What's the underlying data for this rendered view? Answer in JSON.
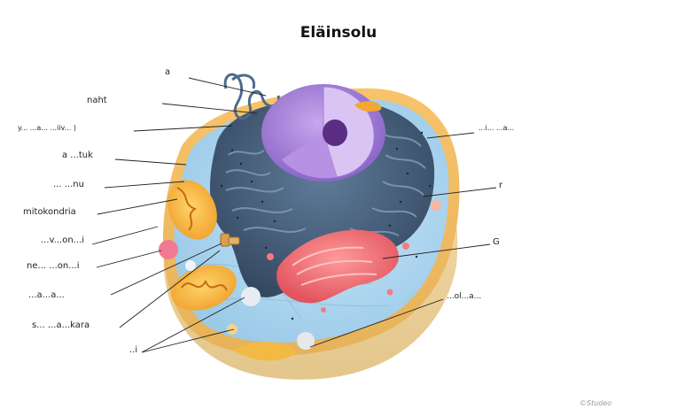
{
  "title": "Eläinsolu",
  "credit": "©Studeo",
  "labels_left": [
    "a",
    "naht",
    "y... ...a... ...iiv... )",
    "a ...tuk",
    "... ...nu",
    "mitokondria",
    "...v...on...i",
    "ne... ...on...i",
    "...a...a...",
    "s... ...a...kara",
    "..i"
  ],
  "labels_right": [
    "...i... ...a...",
    "r",
    "G",
    "...ol...a..."
  ]
}
